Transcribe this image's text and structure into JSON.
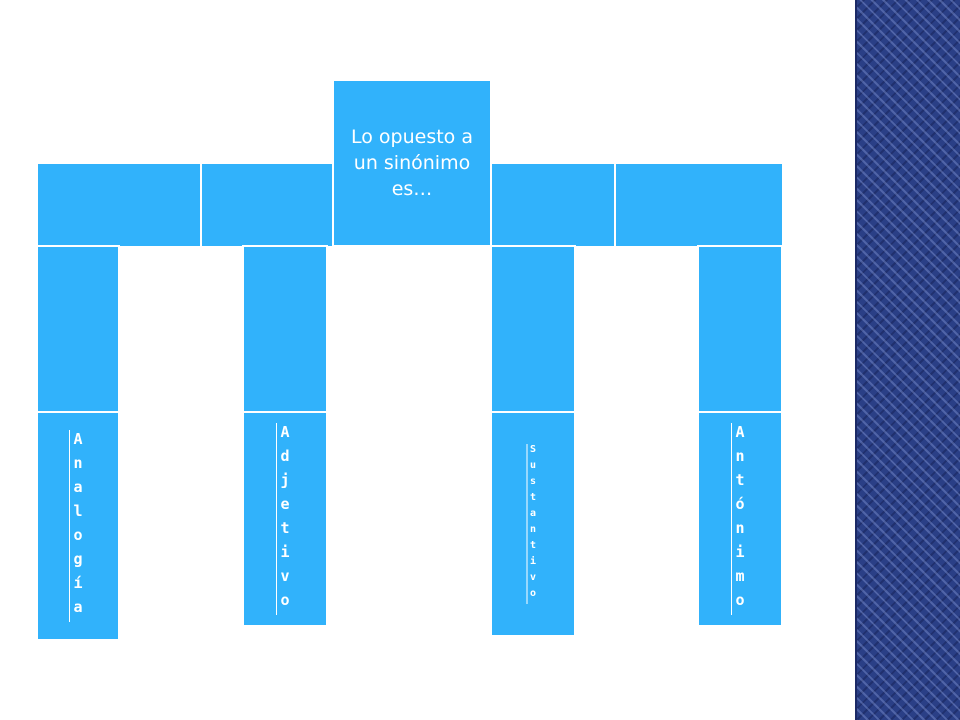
{
  "question": {
    "text": "Lo opuesto a un sinónimo es…"
  },
  "answers": [
    {
      "label": "Analogía"
    },
    {
      "label": "Adjetivo"
    },
    {
      "label": "Sustantivo"
    },
    {
      "label": "Antónimo"
    }
  ],
  "colors": {
    "box": "#31b2fb",
    "border": "#ffffff",
    "sidebar": "#2a3f86"
  }
}
